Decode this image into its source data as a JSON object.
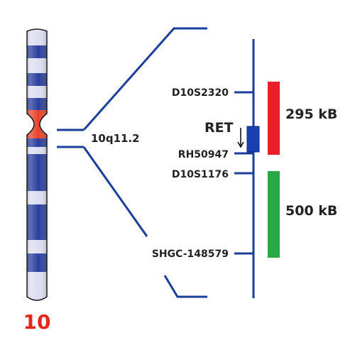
{
  "chromosome": {
    "number": "10",
    "band": "10q11.2",
    "colors": {
      "band_dark": "#2a3f9e",
      "band_light": "#dcdff0",
      "centromere": "#e8422c",
      "outline": "#1a1a1a",
      "number_text": "#e8251a"
    }
  },
  "map": {
    "line_color": "#1a3f9a",
    "markers": [
      {
        "label": "D10S2320"
      },
      {
        "label": "RH50947"
      },
      {
        "label": "D10S1176"
      },
      {
        "label": "SHGC-148579"
      }
    ],
    "gene": {
      "label": "RET",
      "color": "#1a3fb0"
    },
    "regions": [
      {
        "label": "295 kB",
        "color": "#e8202a"
      },
      {
        "label": "500 kB",
        "color": "#29a847"
      }
    ]
  }
}
